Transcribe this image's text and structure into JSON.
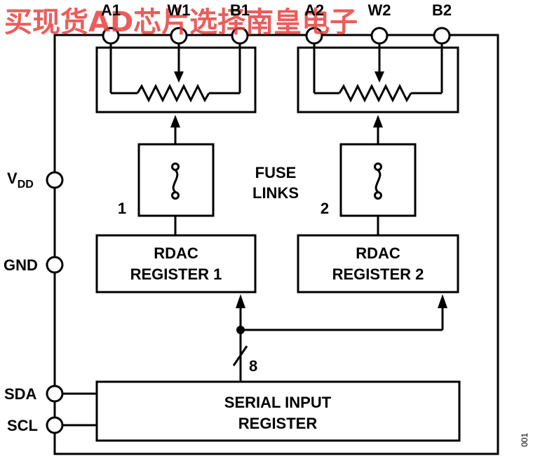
{
  "pins": {
    "a1": "A1",
    "w1": "W1",
    "b1": "B1",
    "a2": "A2",
    "w2": "W2",
    "b2": "B2",
    "vdd_main": "V",
    "vdd_sub": "DD",
    "gnd": "GND",
    "sda": "SDA",
    "scl": "SCL"
  },
  "blocks": {
    "fuse_links_line1": "FUSE",
    "fuse_links_line2": "LINKS",
    "fuse_num_1": "1",
    "fuse_num_2": "2",
    "rdac1_line1": "RDAC",
    "rdac1_line2": "REGISTER 1",
    "rdac2_line1": "RDAC",
    "rdac2_line2": "REGISTER 2",
    "serial_line1": "SERIAL INPUT",
    "serial_line2": "REGISTER",
    "bus_width": "8"
  },
  "watermark": "买现货AD芯片选择南皇电子",
  "figure_code": "001",
  "colors": {
    "ink": "#000000",
    "watermark": "#e8413f"
  }
}
